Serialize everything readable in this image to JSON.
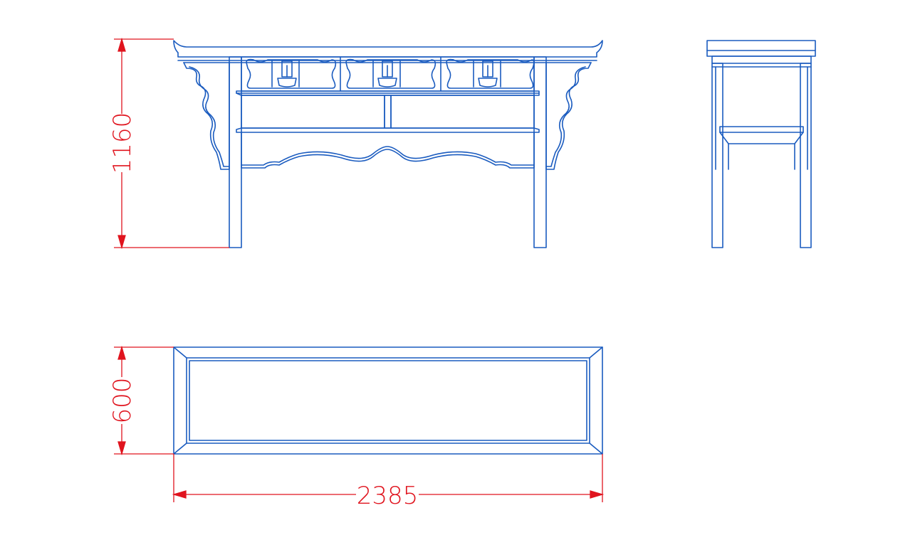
{
  "colors": {
    "object": "#1a5bbf",
    "dimension": "#e0141e",
    "background": "#ffffff"
  },
  "dimensions": {
    "height": "1160",
    "depth": "600",
    "width": "2385"
  }
}
